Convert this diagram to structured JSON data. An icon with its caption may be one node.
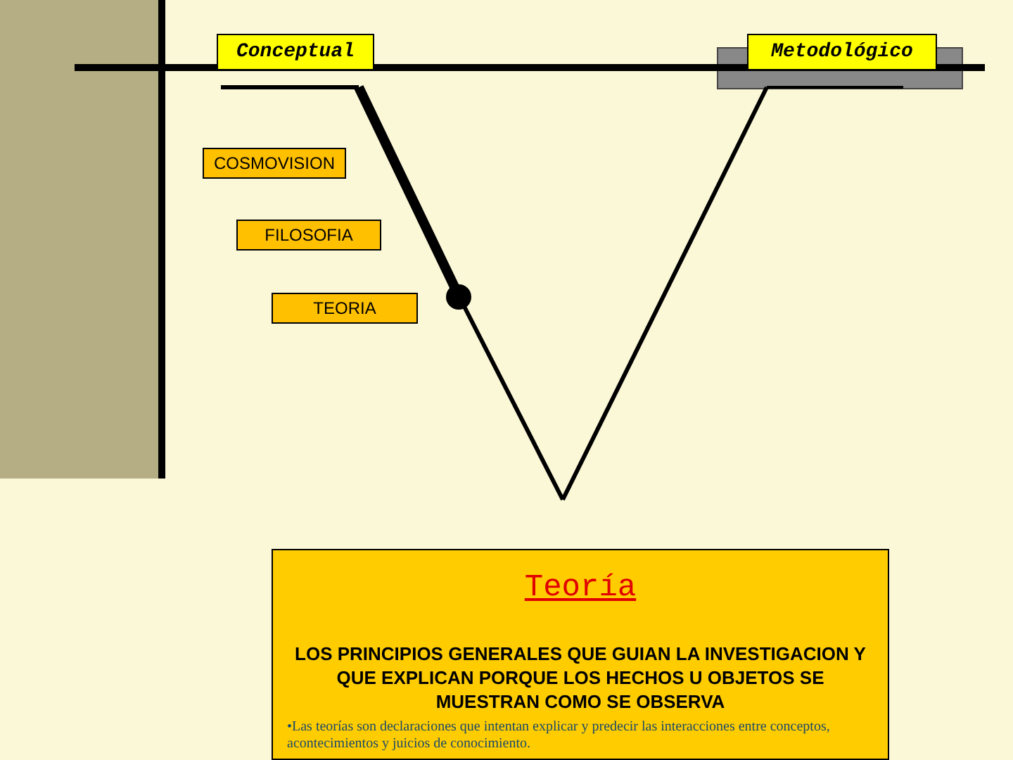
{
  "diagram": {
    "nodes": [
      {
        "text": [
          "Conceptual"
        ]
      },
      {
        "text": [
          "Metodológico"
        ]
      },
      {
        "text": [
          "COSMOVISION"
        ]
      },
      {
        "text": [
          "FILOSOFIA"
        ]
      },
      {
        "text": [
          "TEORIA"
        ]
      },
      {
        "text": [
          "Teoría",
          "LOS PRINCIPIOS GENERALES QUE GUIAN LA INVESTIGACION Y QUE EXPLICAN PORQUE LOS HECHOS U OBJETOS SE MUESTRAN COMO SE OBSERVA",
          "•Las teorías son declaraciones que intentan explicar y predecir las interacciones entre conceptos, acontecimientos y juicios de conocimiento."
        ]
      }
    ],
    "edges": []
  }
}
